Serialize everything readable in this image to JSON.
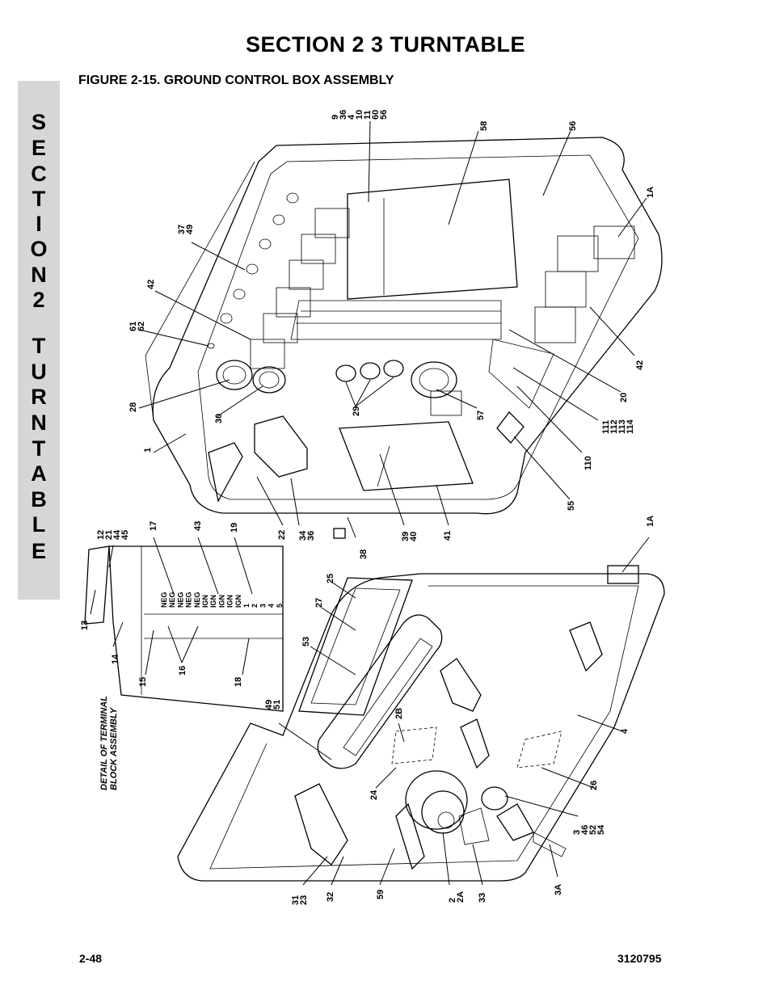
{
  "header": {
    "section_title": "SECTION 2   3 TURNTABLE",
    "figure_title": "FIGURE 2-15.  GROUND CONTROL BOX ASSEMBLY"
  },
  "side_tab": {
    "letters": [
      "S",
      "E",
      "C",
      "T",
      "I",
      "O",
      "N",
      "",
      "2",
      "",
      "T",
      "U",
      "R",
      "N",
      "T",
      "A",
      "B",
      "L",
      "E"
    ]
  },
  "footer": {
    "page_number": "2-48",
    "document_number": "3120795"
  },
  "terminal_detail_caption": [
    "DETAIL OF TERMINAL",
    "BLOCK ASSEMBLY"
  ],
  "terminal_labels": [
    "NEG",
    "NEG",
    "NEG",
    "NEG",
    "NEG",
    "IGN",
    "IGN",
    "IGN",
    "IGN",
    "IGN",
    "1",
    "2",
    "3",
    "4",
    "5"
  ],
  "callouts": [
    [
      "9",
      "36",
      "4",
      "10",
      "11",
      "60",
      "56"
    ],
    [
      "58"
    ],
    [
      "56"
    ],
    [
      "1A"
    ],
    [
      "37",
      "49"
    ],
    [
      "42"
    ],
    [
      "61",
      "62"
    ],
    [
      "28"
    ],
    [
      "30"
    ],
    [
      "1"
    ],
    [
      "29"
    ],
    [
      "57"
    ],
    [
      "20"
    ],
    [
      "42"
    ],
    [
      "111",
      "112",
      "113",
      "114"
    ],
    [
      "110"
    ],
    [
      "55"
    ],
    [
      "12",
      "21",
      "44",
      "45"
    ],
    [
      "17"
    ],
    [
      "43"
    ],
    [
      "19"
    ],
    [
      "22"
    ],
    [
      "34",
      "36"
    ],
    [
      "38"
    ],
    [
      "39",
      "40"
    ],
    [
      "41"
    ],
    [
      "1A"
    ],
    [
      "13"
    ],
    [
      "14"
    ],
    [
      "15"
    ],
    [
      "16"
    ],
    [
      "18"
    ],
    [
      "25"
    ],
    [
      "27"
    ],
    [
      "53"
    ],
    [
      "49",
      "51"
    ],
    [
      "2B"
    ],
    [
      "4"
    ],
    [
      "24"
    ],
    [
      "26"
    ],
    [
      "3",
      "46",
      "52",
      "54"
    ],
    [
      "31",
      "23"
    ],
    [
      "32"
    ],
    [
      "59"
    ],
    [
      "2",
      "2A"
    ],
    [
      "33"
    ],
    [
      "3A"
    ]
  ]
}
